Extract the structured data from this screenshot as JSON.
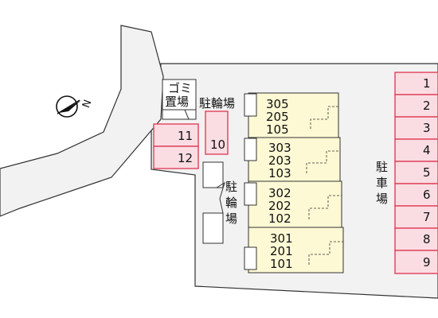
{
  "labels": {
    "garbage_line1": "ゴミ",
    "garbage_line2": "置場",
    "bike_parking_top": "駐輪場",
    "bike_parking_side": [
      "駐",
      "輪",
      "場"
    ],
    "car_parking": [
      "駐",
      "車",
      "場"
    ]
  },
  "compass": {
    "direction": "N"
  },
  "parking_spaces": [
    "1",
    "2",
    "3",
    "4",
    "5",
    "6",
    "7",
    "8",
    "9",
    "10",
    "11",
    "12"
  ],
  "units": [
    [
      "305",
      "205",
      "105"
    ],
    [
      "303",
      "203",
      "103"
    ],
    [
      "302",
      "202",
      "102"
    ],
    [
      "301",
      "201",
      "101"
    ]
  ],
  "colors": {
    "parking_fill": "#fadde3",
    "parking_stroke": "#e0405a",
    "building_fill": "#fdf9d4",
    "site_fill": "#f2f2f2"
  }
}
